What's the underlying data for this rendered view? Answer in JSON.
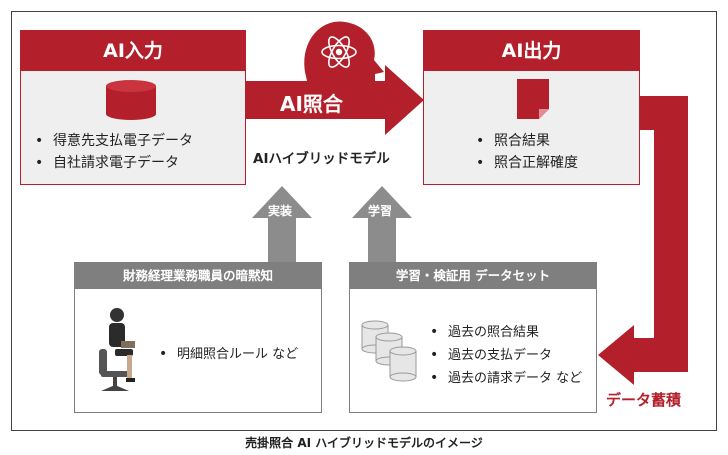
{
  "input_box": {
    "title": "AI入力",
    "items": [
      "得意先支払電子データ",
      "自社請求電子データ"
    ]
  },
  "center": {
    "arrow_label": "AI照合",
    "model_label": "AIハイブリッドモデル"
  },
  "output_box": {
    "title": "AI出力",
    "items": [
      "照合結果",
      "照合正解確度"
    ]
  },
  "up_arrows": {
    "left_label": "実装",
    "right_label": "学習"
  },
  "knowledge_box": {
    "title": "財務経理業務職員の暗黙知",
    "items": [
      "明細照合ルール など"
    ]
  },
  "dataset_box": {
    "title": "学習・検証用 データセット",
    "items": [
      "過去の照合結果",
      "過去の支払データ",
      "過去の請求データ など"
    ]
  },
  "accumulation_label": "データ蓄積",
  "caption": "売掛照合 AI ハイブリッドモデルのイメージ",
  "colors": {
    "accent_red": "#b3202b",
    "header_grey": "#7f7f7f",
    "panel_grey": "#efefef",
    "arrow_grey": "#8c8c8c"
  }
}
